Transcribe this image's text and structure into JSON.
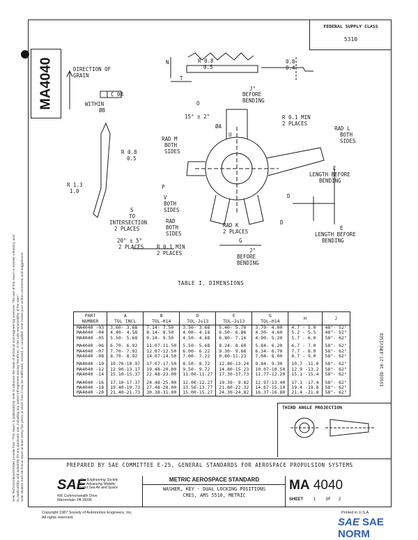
{
  "federal_supply": {
    "title": "FEDERAL SUPPLY CLASS",
    "code": "5310"
  },
  "doc_number_side": "MA4040",
  "disclaimer": {
    "line1": "SAE Technical Board Rules provide that: \"This report is published by SAE to advance the state of technical and engineering sciences. The use of this report is entirely voluntary, and",
    "line2": "its applicability and suitability for any particular use, including any patent infringement arising therefrom, is the sole responsibility of the user.\"",
    "line3": "SAE reviews each technical report at least every five years at which time it may be reaffirmed, revised, or cancelled. SAE invites your written comments and suggestions."
  },
  "drawing_labels": {
    "direction_of_grain": [
      "DIRECTION OF",
      "GRAIN"
    ],
    "r_08_05_top": [
      "R 0.8",
      "0.5"
    ],
    "t_08_04": [
      "0.8",
      "0.4"
    ],
    "n": "N",
    "t": "T",
    "j_angle": "J°",
    "before_bending_top": [
      "BEFORE",
      "BENDING"
    ],
    "fcf": "C 0B",
    "within_phi_b": [
      "WITHIN",
      "ØB"
    ],
    "o": "O",
    "fifteen_deg": "15° ± 2°",
    "r01_min_top": [
      "R 0.1 MIN",
      "2 PLACES"
    ],
    "phi_a": "ØA",
    "u": "U",
    "rad_l": [
      "RAD L",
      "BOTH",
      "SIDES"
    ],
    "rad_m": [
      "RAD M",
      "BOTH",
      "SIDES"
    ],
    "r_08_05_left": [
      "R 0.8",
      "0.5"
    ],
    "length_before_bending_e1": [
      "E",
      "LENGTH BEFORE",
      "BENDING"
    ],
    "r_13_10": [
      "R 1.3",
      "1.0"
    ],
    "p": "P",
    "d": "D",
    "v_both_sides": [
      "V",
      "BOTH",
      "SIDES"
    ],
    "s_intersection": [
      "S",
      "TO",
      "INTERSECTION",
      "2 PLACES"
    ],
    "rad_both_sides": [
      "RAD",
      "BOTH",
      "SIDES"
    ],
    "rad_k": [
      "RAD K",
      "2 PLACES"
    ],
    "d_lower": "D",
    "length_before_bending_e2": [
      "E",
      "LENGTH BEFORE",
      "BENDING"
    ],
    "twenty_deg": [
      "20° ± 5°",
      "2 PLACES"
    ],
    "r01_min_bottom": [
      "R 0.1 MIN",
      "2 PLACES"
    ],
    "g": "G",
    "j_bottom": "J°",
    "before_bending_bottom": [
      "BEFORE",
      "BENDING"
    ]
  },
  "table": {
    "title": "TABLE I. DIMENSIONS",
    "headers": [
      "PART\nNUMBER",
      "A\nTOL INCL",
      "B\nTOL-H14",
      "D\nTOL-Js13",
      "E\nTOL-Js13",
      "G\nTOL-H14",
      "H",
      "J"
    ],
    "groups": [
      [
        [
          "MA4040 -03",
          "3.60- 3.68",
          "7.14- 7.50",
          "3.50- 3.68",
          "5.40- 5.70",
          "3.70- 4.00",
          "4.7 - 5.0",
          "48°- 52°"
        ],
        [
          "MA4040 -04",
          "4.40- 4.58",
          "8.14- 8.50",
          "4.00- 4.18",
          "6.50- 6.86",
          "4.30- 4.60",
          "5.2 - 5.5",
          "48°- 52°"
        ],
        [
          "MA4040 -05",
          "5.50- 5.68",
          "9.14- 9.50",
          "4.50- 4.68",
          "6.80- 7.16",
          "4.90- 5.20",
          "5.7 - 6.0",
          "58°- 62°"
        ]
      ],
      [
        [
          "MA4040 -06",
          "6.70- 6.92",
          "11.07-11.50",
          "5.50- 5.68",
          "8.24- 8.60",
          "5.84- 6.20",
          "6.7 - 7.0",
          "58°- 62°"
        ],
        [
          "MA4040 -07",
          "7.70- 7.92",
          "12.07-12.50",
          "6.00- 6.22",
          "9.30- 9.66",
          "6.34- 6.70",
          "7.7 - 8.0",
          "58°- 62°"
        ],
        [
          "MA4040 -08",
          "8.70- 8.92",
          "14.07-14.50",
          "7.00- 7.22",
          "0.80-11.23",
          "7.04- 8.00",
          "8.7 - 9.0",
          "58°- 62°"
        ]
      ],
      [
        [
          "MA4040 -10",
          "10.70-10.97",
          "17.07-17.50",
          "8.50- 8.72",
          "12.80-13.24",
          "9.84- 9.30",
          "10.7 -11.0",
          "58°- 62°"
        ],
        [
          "MA4040 -12",
          "12.90-13.17",
          "19.48-20.00",
          "9.50- 9.72",
          "14.80-15.23",
          "10.07-10.50",
          "12.9 -13.2",
          "58°- 62°"
        ],
        [
          "MA4040 -14",
          "15.10-15.37",
          "22.48-23.00",
          "11.00-11.27",
          "17.30-17.73",
          "11.77-12.20",
          "15.1 -15.4",
          "58°- 62°"
        ]
      ],
      [
        [
          "MA4040 -16",
          "17.10-17.37",
          "24.48-25.00",
          "12.00-12.27",
          "19.39- 9.82",
          "12.97-13.40",
          "17.1 -17.4",
          "58°- 62°"
        ],
        [
          "MA4040 -18",
          "19.40-19.73",
          "27.48-28.00",
          "13.56-13.77",
          "21.80-22.32",
          "14.67-15.10",
          "19.4 -19.8",
          "58°- 62°"
        ],
        [
          "MA4040 -20",
          "21.40-21.73",
          "30.38-31.00",
          "15.00-15.27",
          "24.30-24.82",
          "16.37-16.80",
          "21.4 -21.8",
          "58°- 62°"
        ]
      ]
    ]
  },
  "third_angle": "THIRD ANGLE PROJECTION",
  "revision": "REVISED",
  "revised_date": "ISSUED 10-27-87",
  "committee": "PREPARED BY SAE COMMITTEE E-25, GENERAL STANDARDS FOR AEROSPACE PROPULSION SYSTEMS",
  "sae_block": {
    "mark": "SAE",
    "tagline": [
      "The Engineering Society",
      "For Advancing Mobility",
      "Land Sea Air and Space"
    ],
    "address": [
      "400 Commonwealth Drive",
      "Warrendale, PA 15096"
    ]
  },
  "standard": {
    "title": "METRIC AEROSPACE STANDARD",
    "description": [
      "WASHER, KEY - DUAL LOCKING POSITIONS",
      "CRES, AMS 5510, METRIC"
    ]
  },
  "doc_number": {
    "prefix": "MA",
    "number": "4040"
  },
  "sheet": {
    "label": "SHEET",
    "num": "1",
    "of": "OF",
    "total": "2"
  },
  "copyright": [
    "Copyright 1987 Society of Automotive Engineers, Inc.",
    "All rights reserved."
  ],
  "printed": "Printed in U.S.A.",
  "watermark": {
    "mark": "SAE",
    "text": "SAE NORM"
  }
}
